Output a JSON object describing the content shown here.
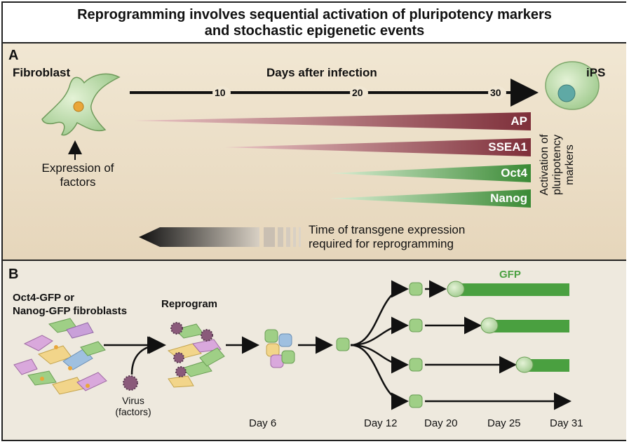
{
  "title": {
    "line1": "Reprogramming involves sequential activation of pluripotency markers",
    "line2": "and stochastic epigenetic events"
  },
  "panel_a": {
    "label": "A",
    "fibroblast": "Fibroblast",
    "ips": "iPS",
    "timeline_title": "Days after infection",
    "ticks": [
      "10",
      "20",
      "30"
    ],
    "expression_line1": "Expression of",
    "expression_line2": "factors",
    "markers": [
      "AP",
      "SSEA1",
      "Oct4",
      "Nanog"
    ],
    "activation_line1": "Activation of",
    "activation_line2": "pluripotency",
    "activation_line3": "markers",
    "transgene_line1": "Time of transgene expression",
    "transgene_line2": "required for reprogramming",
    "colors": {
      "marker_red": "#8c3a45",
      "marker_green": "#3f8f3a"
    }
  },
  "panel_b": {
    "label": "B",
    "fibroblasts_line1": "Oct4-GFP or",
    "fibroblasts_line2": "Nanog-GFP fibroblasts",
    "reprogram": "Reprogram",
    "virus_line1": "Virus",
    "virus_line2": "(factors)",
    "gfp": "GFP",
    "days": [
      "Day 6",
      "Day 12",
      "Day 20",
      "Day 25",
      "Day 31"
    ],
    "colors": {
      "gfp_green": "#4aa040"
    }
  }
}
